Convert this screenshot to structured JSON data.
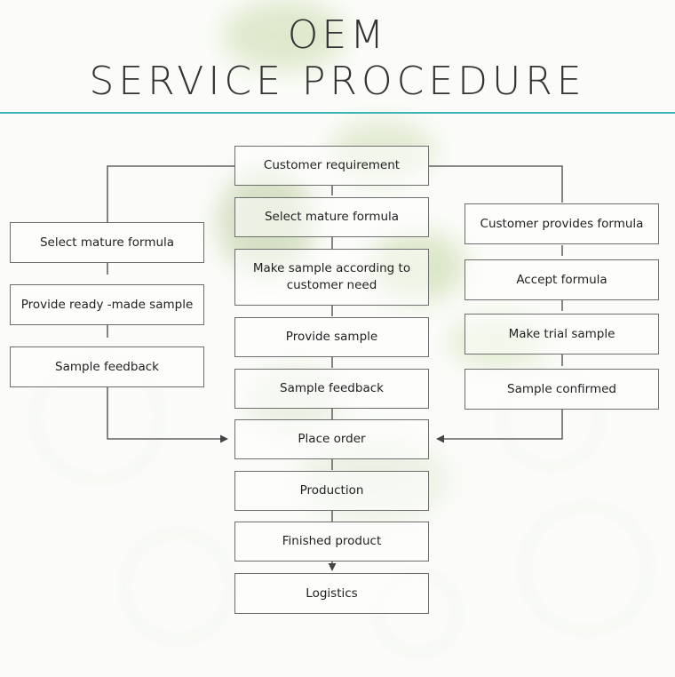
{
  "title": {
    "line1": "OEM",
    "line2": "SERVICE PROCEDURE"
  },
  "flow": {
    "start": "Customer requirement",
    "left": [
      "Select mature formula",
      "Provide ready -made sample",
      "Sample feedback"
    ],
    "center": [
      "Select mature formula",
      "Make sample according to customer need",
      "Provide sample",
      "Sample feedback"
    ],
    "right": [
      "Customer provides formula",
      "Accept formula",
      "Make trial sample",
      "Sample confirmed"
    ],
    "bottom": [
      "Place order",
      "Production",
      "Finished product",
      "Logistics"
    ]
  },
  "colors": {
    "accent_rule": "#3fb4b6",
    "box_border": "#6d6d6d",
    "line": "#444444",
    "leaf": "#b9cf93"
  }
}
